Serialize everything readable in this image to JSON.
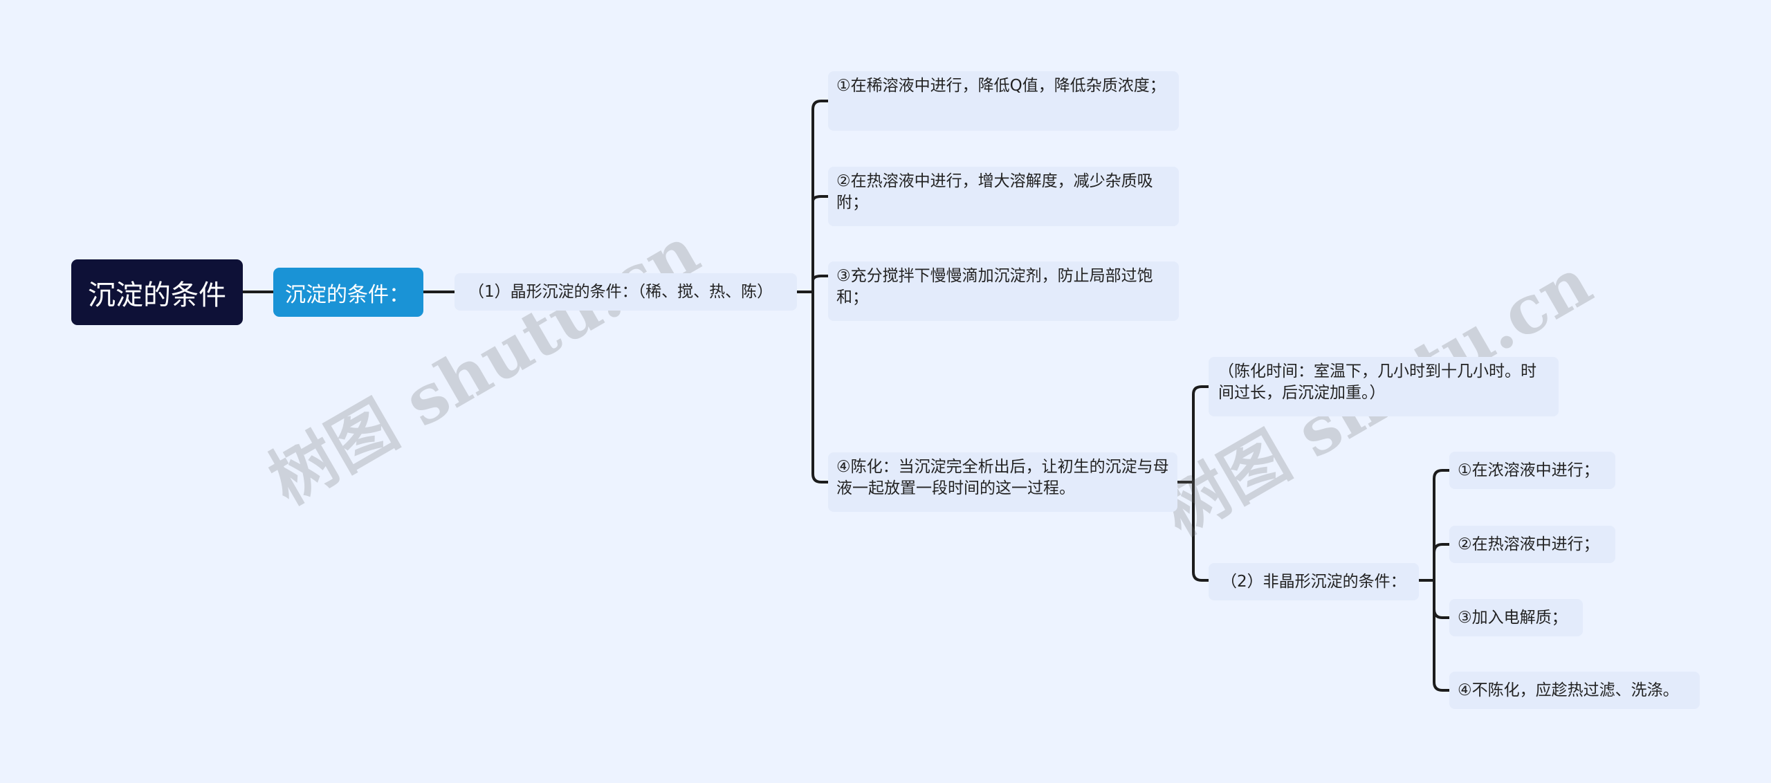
{
  "root": {
    "label": "沉淀的条件"
  },
  "subtopic": {
    "label": "沉淀的条件："
  },
  "crystalline": {
    "label": "（1）晶形沉淀的条件：（稀、搅、热、陈）",
    "items": [
      {
        "label": "①在稀溶液中进行，降低Q值，降低杂质浓度；"
      },
      {
        "label": "②在热溶液中进行，增大溶解度，减少杂质吸附；"
      },
      {
        "label": "③充分搅拌下慢慢滴加沉淀剂，防止局部过饱和；"
      },
      {
        "label": "④陈化：当沉淀完全析出后，让初生的沉淀与母液一起放置一段时间的这一过程。"
      }
    ]
  },
  "aging_time": {
    "label": "（陈化时间：室温下，几小时到十几小时。时间过长，后沉淀加重。）"
  },
  "amorphous": {
    "label": "（2）非晶形沉淀的条件：",
    "items": [
      {
        "label": "①在浓溶液中进行；"
      },
      {
        "label": "②在热溶液中进行；"
      },
      {
        "label": "③加入电解质；"
      },
      {
        "label": "④不陈化，应趁热过滤、洗涤。"
      }
    ]
  },
  "watermark": {
    "text": "树图 shutu.cn"
  }
}
